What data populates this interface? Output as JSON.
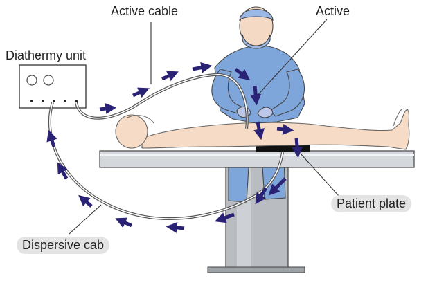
{
  "labels": {
    "active_cable": "Active cable",
    "diathermy_unit": "Diathermy unit",
    "active": "Active",
    "patient_plate": "Patient plate",
    "dispersive_cable": "Dispersive cab"
  },
  "colors": {
    "arrow": "#2a2275",
    "cable": "#555555",
    "gown": "#7fa6db",
    "skin": "#f6dcc6",
    "table_top": "#d4d8dc",
    "table_base": "#b9bdc2",
    "plate": "#111111",
    "label_bg": "#e3e3e3"
  },
  "icons": {
    "current_arrow": "arrow-icon",
    "knob": "knob-icon"
  }
}
